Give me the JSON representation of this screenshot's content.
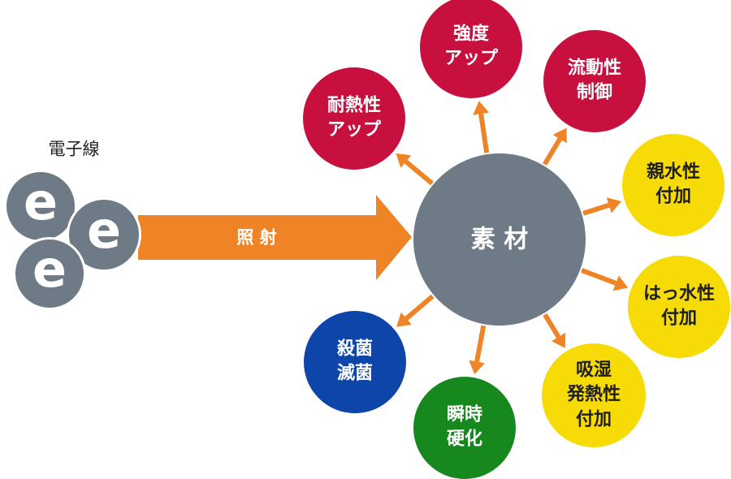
{
  "source_label": "電子線",
  "electron_glyph": "e",
  "arrow_label": "照 射",
  "center_label": "素 材",
  "colors": {
    "electron": "#6e7a85",
    "center": "#6e7a85",
    "arrow": "#ee8426",
    "red": "#c8103f",
    "yellow": "#f7db06",
    "blue": "#0d45a8",
    "green": "#16881d"
  },
  "effects": [
    {
      "id": "strength-up",
      "label": "強度\nアップ",
      "color": "red"
    },
    {
      "id": "flow-control",
      "label": "流動性\n制御",
      "color": "red"
    },
    {
      "id": "heat-resistance-up",
      "label": "耐熱性\nアップ",
      "color": "red"
    },
    {
      "id": "hydrophilic",
      "label": "親水性\n付加",
      "color": "yellow"
    },
    {
      "id": "water-repellent",
      "label": "はっ水性\n付加",
      "color": "yellow"
    },
    {
      "id": "moisture-heat",
      "label": "吸湿\n発熱性\n付加",
      "color": "yellow"
    },
    {
      "id": "instant-cure",
      "label": "瞬時\n硬化",
      "color": "green"
    },
    {
      "id": "sterilization",
      "label": "殺菌\n滅菌",
      "color": "blue"
    }
  ]
}
